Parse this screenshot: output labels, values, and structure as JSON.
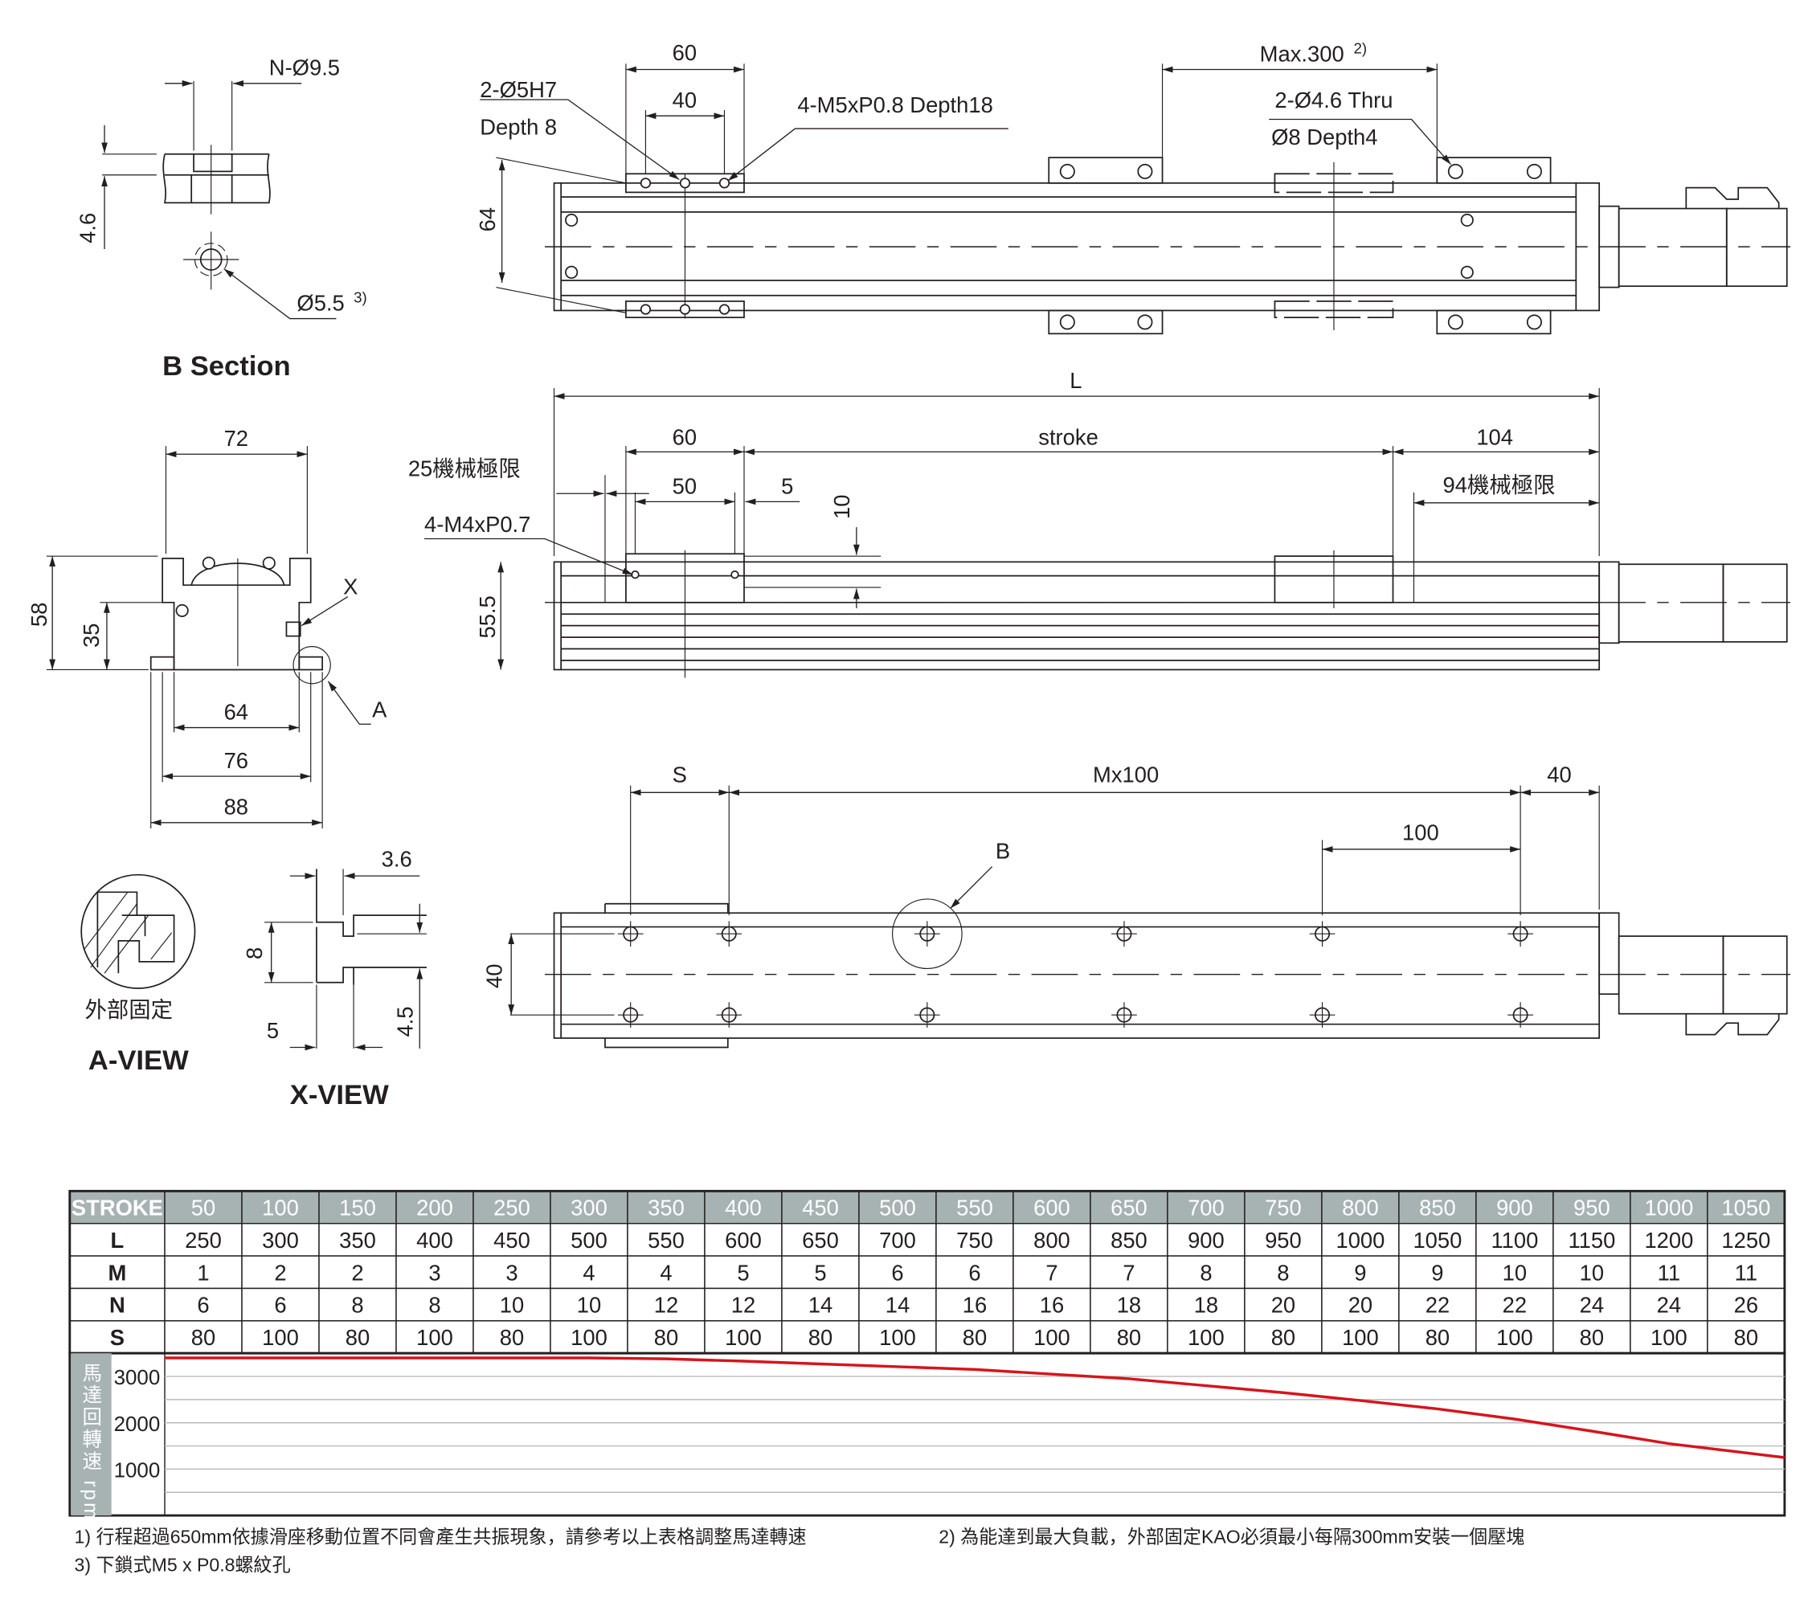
{
  "b_section": {
    "title": "B Section",
    "hole_dia": "N-Ø9.5",
    "depth": "4.6",
    "thread_hole": "Ø5.5",
    "thread_note_ref": "3)"
  },
  "top_view": {
    "carriage_width": "60",
    "pin_pitch": "40",
    "pin_holes_line1": "2-Ø5H7",
    "pin_holes_line2": "Depth 8",
    "tap_holes": "4-M5xP0.8 Depth18",
    "clamp_spacing": "Max.300",
    "clamp_spacing_ref": "2)",
    "clamp_holes_line1": "2-Ø4.6 Thru",
    "clamp_holes_line2": "Ø8 Depth4",
    "height": "64"
  },
  "side_view": {
    "total_length": "L",
    "carriage_length": "60",
    "stroke_label": "stroke",
    "end_length": "104",
    "left_limit": "25機械極限",
    "right_limit": "94機械極限",
    "tap_pitch": "50",
    "offset": "5",
    "carriage_height": "10",
    "tap_holes": "4-M4xP0.7",
    "height": "55.5"
  },
  "front_view": {
    "top_width": "72",
    "total_height": "58",
    "body_height": "35",
    "x_marker": "X",
    "a_marker": "A",
    "width_64": "64",
    "width_76": "76",
    "width_88": "88"
  },
  "bottom_view": {
    "s_label": "S",
    "pitch_label": "Mx100",
    "end_offset": "40",
    "pitch": "100",
    "b_marker": "B",
    "width": "40"
  },
  "a_view": {
    "caption": "外部固定",
    "title": "A-VIEW"
  },
  "x_view": {
    "dim_36": "3.6",
    "dim_8": "8",
    "dim_5": "5",
    "dim_45": "4.5",
    "title": "X-VIEW"
  },
  "table": {
    "row_labels": [
      "STROKE",
      "L",
      "M",
      "N",
      "S"
    ],
    "stroke": [
      "50",
      "100",
      "150",
      "200",
      "250",
      "300",
      "350",
      "400",
      "450",
      "500",
      "550",
      "600",
      "650",
      "700",
      "750",
      "800",
      "850",
      "900",
      "950",
      "1000",
      "1050"
    ],
    "L": [
      "250",
      "300",
      "350",
      "400",
      "450",
      "500",
      "550",
      "600",
      "650",
      "700",
      "750",
      "800",
      "850",
      "900",
      "950",
      "1000",
      "1050",
      "1100",
      "1150",
      "1200",
      "1250"
    ],
    "M": [
      "1",
      "2",
      "2",
      "3",
      "3",
      "4",
      "4",
      "5",
      "5",
      "6",
      "6",
      "7",
      "7",
      "8",
      "8",
      "9",
      "9",
      "10",
      "10",
      "11",
      "11"
    ],
    "N": [
      "6",
      "6",
      "8",
      "8",
      "10",
      "10",
      "12",
      "12",
      "14",
      "14",
      "16",
      "16",
      "18",
      "18",
      "20",
      "20",
      "22",
      "22",
      "24",
      "24",
      "26"
    ],
    "S": [
      "80",
      "100",
      "80",
      "100",
      "80",
      "100",
      "80",
      "100",
      "80",
      "100",
      "80",
      "100",
      "80",
      "100",
      "80",
      "100",
      "80",
      "100",
      "80",
      "100",
      "80"
    ]
  },
  "chart_data": {
    "type": "line",
    "title": "",
    "ylabel": "馬達回轉速 rpm",
    "xlabel": "STROKE",
    "y_ticks": [
      "3000",
      "2000",
      "1000"
    ],
    "ylim": [
      0,
      3500
    ],
    "grid": true,
    "series": [
      {
        "name": "馬達回轉速",
        "color": "#d7141c",
        "x": [
          50,
          100,
          150,
          200,
          250,
          300,
          350,
          400,
          450,
          500,
          550,
          600,
          650,
          700,
          750,
          800,
          850,
          900,
          950,
          1000,
          1050
        ],
        "values": [
          3400,
          3400,
          3400,
          3400,
          3400,
          3400,
          3380,
          3330,
          3270,
          3210,
          3150,
          3050,
          2950,
          2800,
          2650,
          2480,
          2300,
          2080,
          1820,
          1550,
          1350
        ]
      }
    ]
  },
  "notes": {
    "n1": "1) 行程超過650mm依據滑座移動位置不同會產生共振現象，請參考以上表格調整馬達轉速",
    "n2": "2) 為能達到最大負載，外部固定KAO必須最小每隔300mm安裝一個壓塊",
    "n3": "3) 下鎖式M5 x P0.8螺紋孔"
  }
}
